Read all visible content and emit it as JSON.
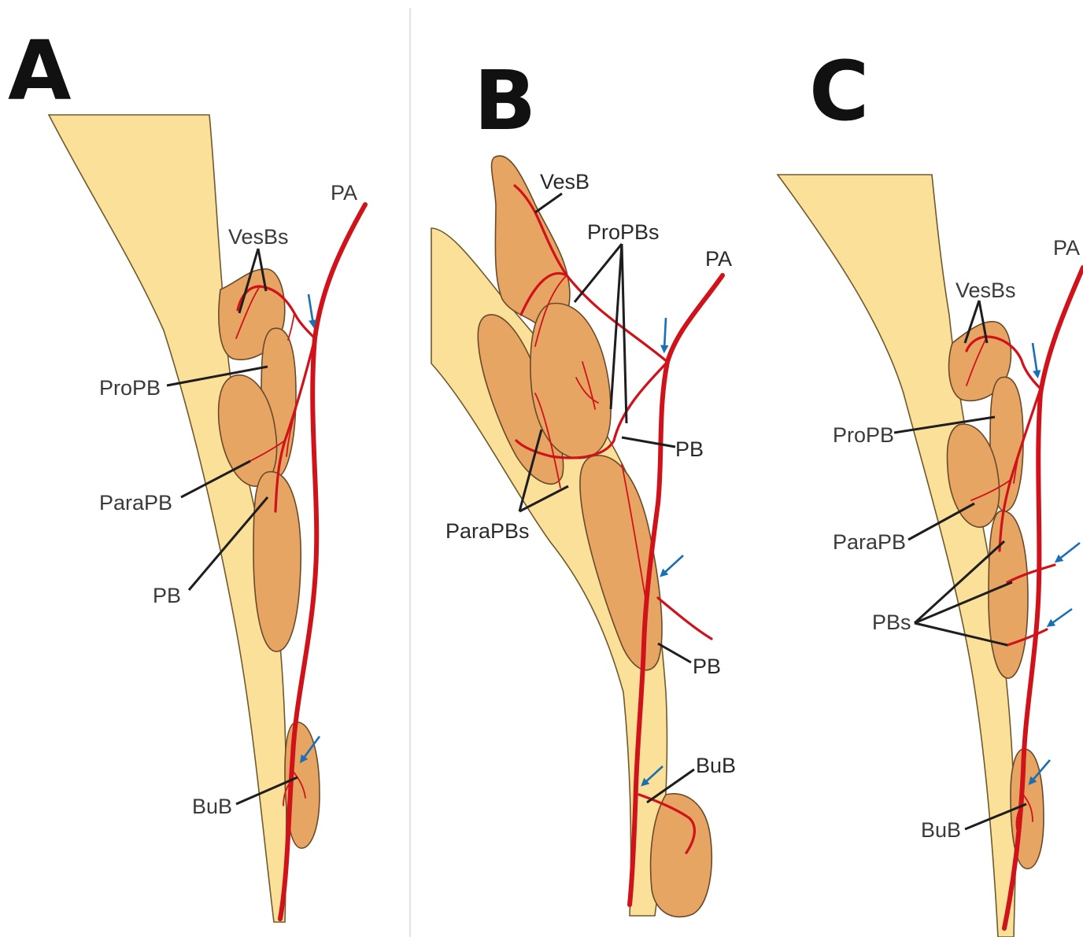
{
  "panels": {
    "a": {
      "letter": "A",
      "labels": {
        "pa": "PA",
        "vesbs": "VesBs",
        "propb": "ProPB",
        "parapb": "ParaPB",
        "pb": "PB",
        "bub": "BuB"
      }
    },
    "b": {
      "letter": "B",
      "labels": {
        "vesb": "VesB",
        "propbs": "ProPBs",
        "pa": "PA",
        "pb_upper": "PB",
        "parapbs": "ParaPBs",
        "pb_lower": "PB",
        "bub": "BuB"
      }
    },
    "c": {
      "letter": "C",
      "labels": {
        "pa": "PA",
        "vesbs": "VesBs",
        "propb": "ProPB",
        "parapb": "ParaPB",
        "pbs": "PBs",
        "bub": "BuB"
      }
    }
  },
  "colors": {
    "tissue": "#fbe09a",
    "organ": "#e6a562",
    "artery": "#d0131a",
    "arrow": "#1a6fb5",
    "leader": "#1e1e1e"
  }
}
